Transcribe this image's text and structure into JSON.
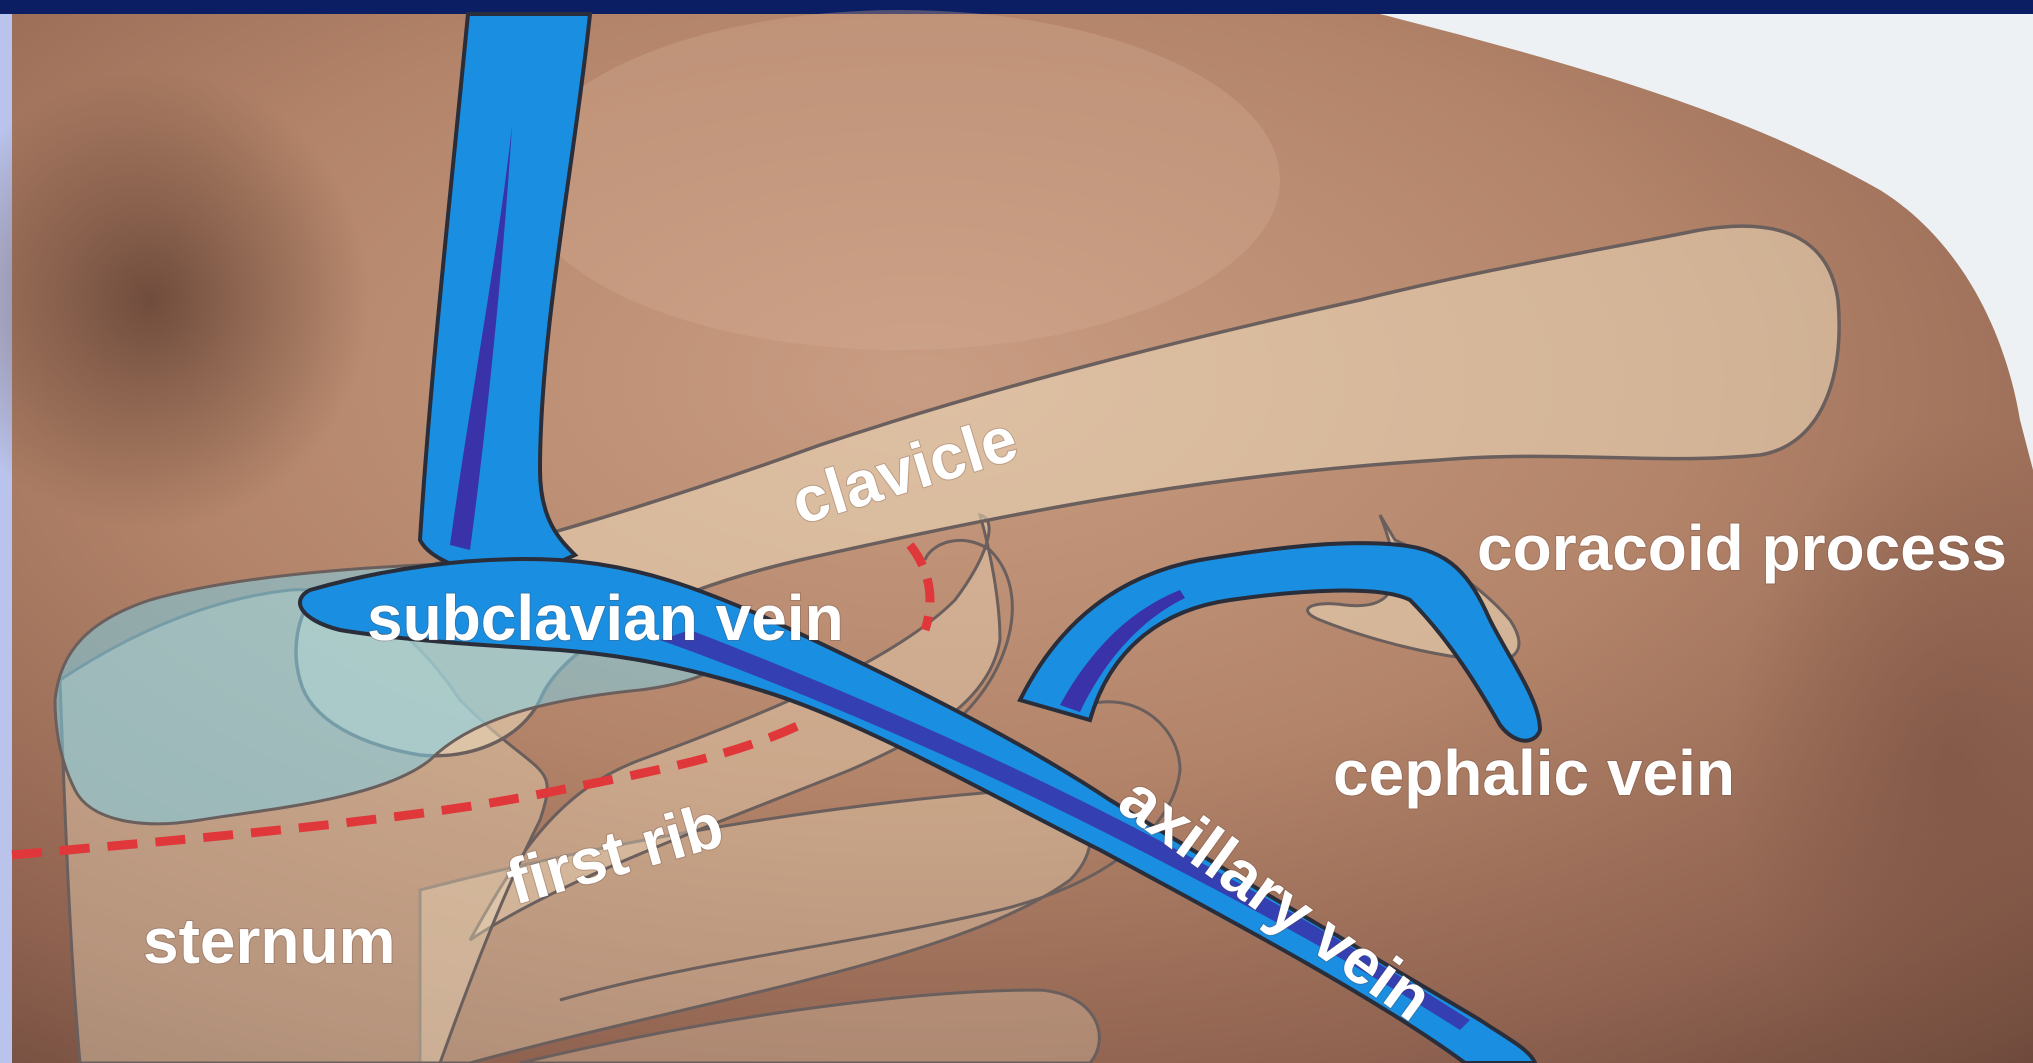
{
  "labels": {
    "clavicle": "clavicle",
    "coracoid_process": "coracoid process",
    "subclavian_vein": "subclavian vein",
    "cephalic_vein": "cephalic vein",
    "first_rib": "first rib",
    "axillary_vein": "axillary vein",
    "sternum": "sternum"
  },
  "colors": {
    "frame": "#0b1e63",
    "left_bar": "#b9c3ec",
    "vein": "#1a8ee0",
    "vein_inner": "#3a32a8",
    "bone_fill": "#f1dfc3",
    "outline": "#5f5a5a",
    "dashed_line": "#e0373b",
    "skin_base": "#b2836a",
    "background_light": "#eef1f3"
  }
}
